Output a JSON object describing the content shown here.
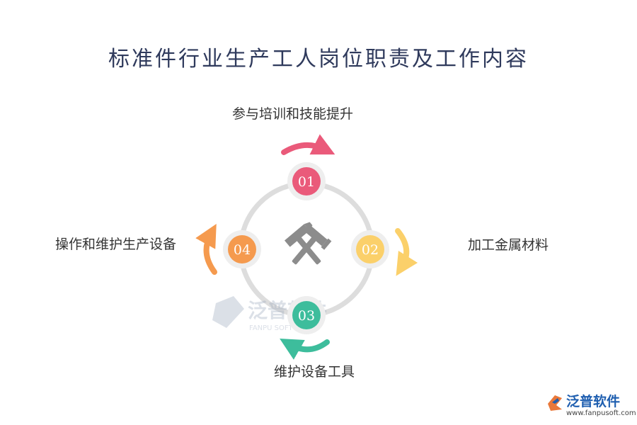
{
  "title": "标准件行业生产工人岗位职责及工作内容",
  "center_icon": "crossed-hammers-icon",
  "nodes": [
    {
      "number": "01",
      "label": "参与培训和技能提升",
      "color": "#ea5a7a"
    },
    {
      "number": "02",
      "label": "加工金属材料",
      "color": "#fbd06a"
    },
    {
      "number": "03",
      "label": "维护设备工具",
      "color": "#3dbd9c"
    },
    {
      "number": "04",
      "label": "操作和维护生产设备",
      "color": "#f59a4e"
    }
  ],
  "watermark": {
    "name": "泛普软件",
    "sub": "FANPU SOFTWARE"
  },
  "brand": {
    "name": "泛普软件",
    "url": "www.fanpusoft.com"
  }
}
